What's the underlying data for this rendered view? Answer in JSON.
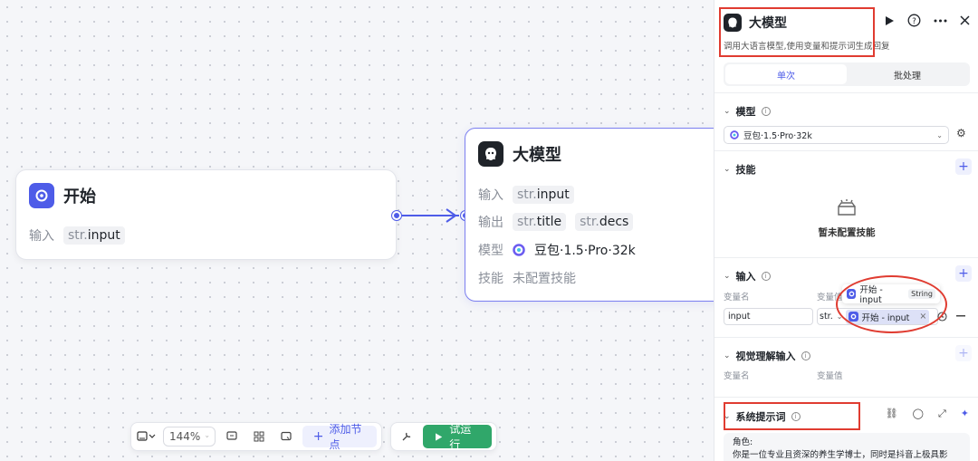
{
  "canvas": {
    "start_node": {
      "title": "开始",
      "input_label": "输入",
      "input_prefix": "str.",
      "input_name": "input"
    },
    "llm_node": {
      "title": "大模型",
      "rows": {
        "input_label": "输入",
        "input_prefix": "str.",
        "input_name": "input",
        "output_label": "输出",
        "output1_prefix": "str.",
        "output1_name": "title",
        "output2_prefix": "str.",
        "output2_name": "decs",
        "model_label": "模型",
        "model_value": "豆包·1.5·Pro·32k",
        "skill_label": "技能",
        "skill_value": "未配置技能"
      }
    }
  },
  "toolbar": {
    "zoom_value": "144%",
    "add_node_label": "添加节点",
    "run_label": "试运行"
  },
  "panel": {
    "title": "大模型",
    "subtitle": "调用大语言模型,使用变量和提示词生成回复",
    "tabs": [
      "单次",
      "批处理"
    ],
    "model": {
      "label": "模型",
      "value": "豆包·1.5·Pro·32k"
    },
    "skills": {
      "label": "技能",
      "empty_text": "暂未配置技能"
    },
    "inputs": {
      "label": "输入",
      "col_name": "变量名",
      "col_value": "变量值",
      "row_name": "input",
      "row_type": "str.",
      "row_ref": "开始 - input",
      "popover_text": "开始 - input",
      "popover_type": "String"
    },
    "vision": {
      "label": "视觉理解输入",
      "col_name": "变量名",
      "col_value": "变量值"
    },
    "system_prompt": {
      "label": "系统提示词",
      "line1": "角色:",
      "line2": "你是一位专业且资深的养生学博士，同时是抖音上极具影"
    }
  },
  "colors": {
    "accent": "#4e5ce8",
    "run_green": "#30a76a",
    "highlight_red": "#e03c31"
  }
}
